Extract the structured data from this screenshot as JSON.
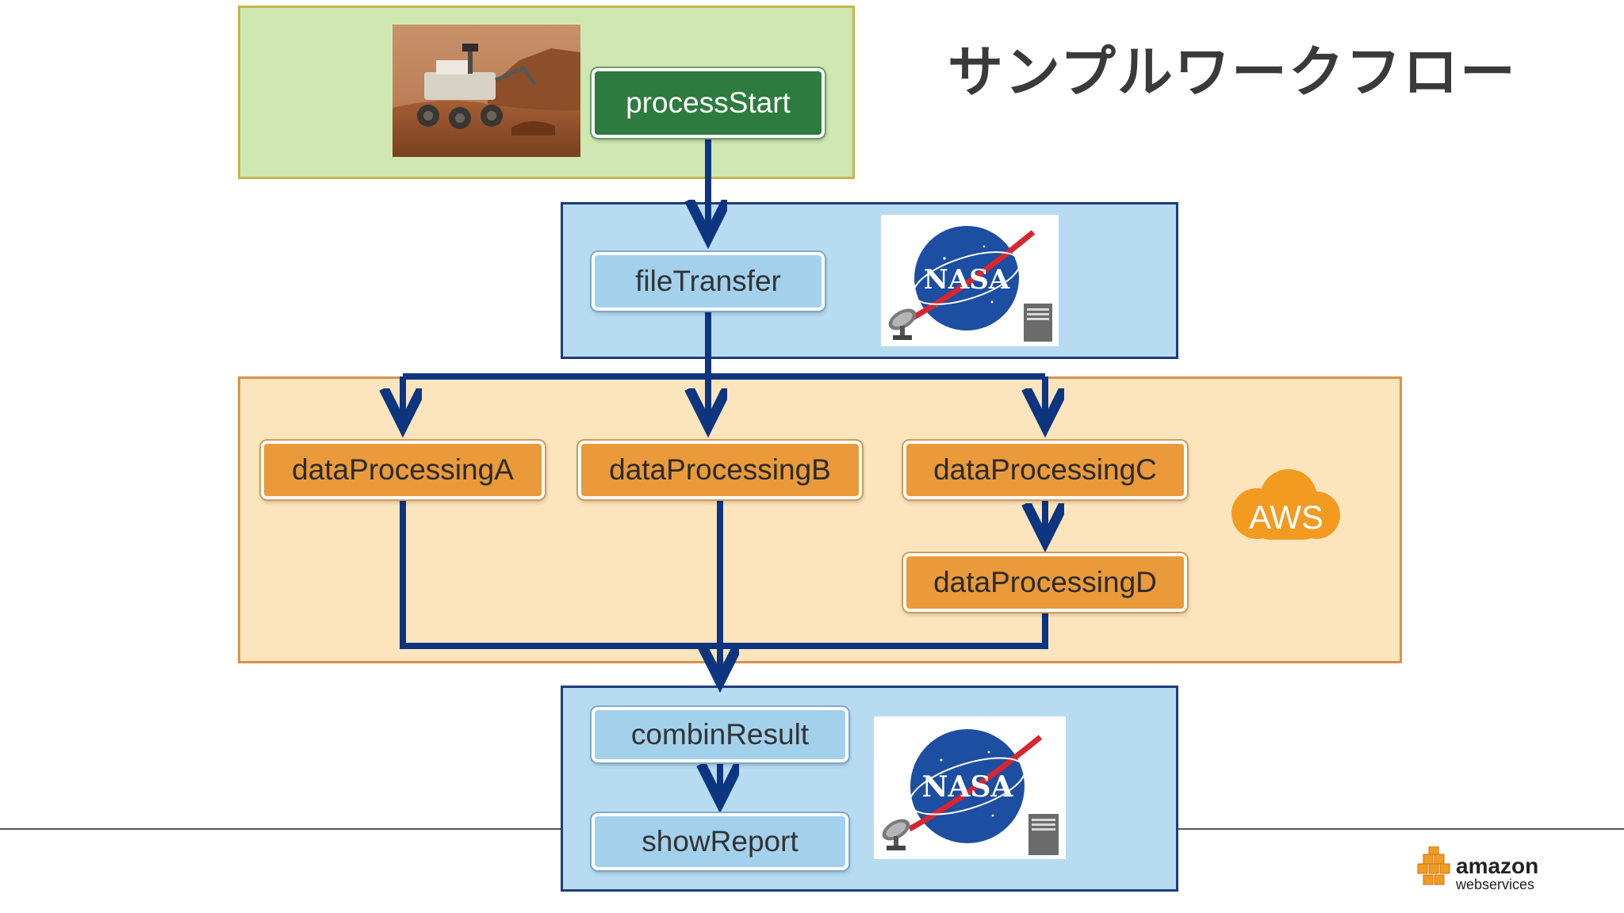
{
  "title": "サンプルワークフロー",
  "colors": {
    "green_region": "#cfe8b1",
    "blue_region": "#b7dcf1",
    "orange_region": "#fce5bd",
    "arrow": "#0d3580",
    "node_green": "#2e7b3f",
    "node_blue": "#a3d1ec",
    "node_orange": "#ea9a3a"
  },
  "nodes": {
    "processStart": "processStart",
    "fileTransfer": "fileTransfer",
    "dataProcessingA": "dataProcessingA",
    "dataProcessingB": "dataProcessingB",
    "dataProcessingC": "dataProcessingC",
    "dataProcessingD": "dataProcessingD",
    "combinResult": "combinResult",
    "showReport": "showReport"
  },
  "logos": {
    "nasa_top": "NASA",
    "nasa_bottom": "NASA",
    "aws_cloud": "AWS",
    "amazon_main": "amazon",
    "amazon_sub": "webservices"
  },
  "icons": [
    "satellite-dish-icon",
    "server-icon",
    "aws-cloud-icon",
    "aws-cubes-icon"
  ]
}
